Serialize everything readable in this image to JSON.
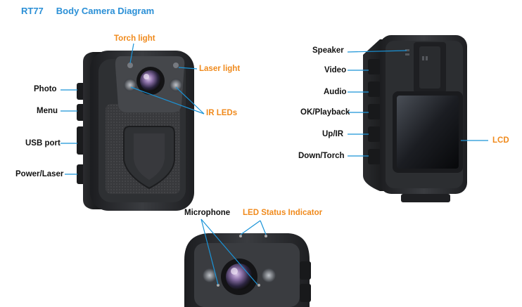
{
  "title": {
    "model": "RT77",
    "text": "Body Camera Diagram"
  },
  "labels": {
    "torch_light": "Torch light",
    "laser_light": "Laser light",
    "ir_leds": "IR LEDs",
    "photo": "Photo",
    "menu": "Menu",
    "usb_port": "USB port",
    "power_laser": "Power/Laser",
    "speaker": "Speaker",
    "video": "Video",
    "audio": "Audio",
    "ok_playback": "OK/Playback",
    "up_ir": "Up/IR",
    "down_torch": "Down/Torch",
    "lcd": "LCD",
    "microphone": "Microphone",
    "led_status": "LED Status Indicator"
  },
  "colors": {
    "title": "#2a8fd6",
    "accent_orange": "#f08a1c",
    "callout_line": "#1a94d8",
    "body_dark": "#2b2d30"
  }
}
